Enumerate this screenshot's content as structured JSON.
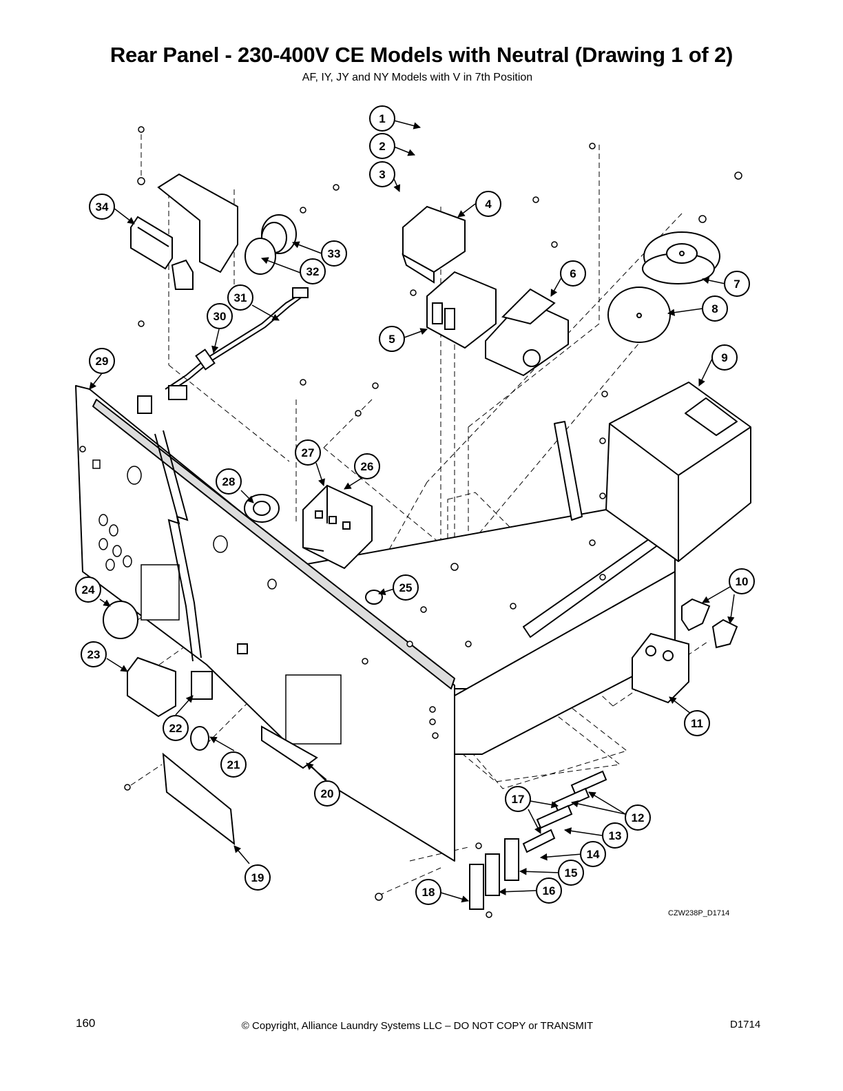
{
  "header": {
    "title": "Rear Panel - 230-400V CE Models with Neutral (Drawing 1 of 2)",
    "subtitle": "AF, IY, JY and NY Models with V in 7th Position"
  },
  "diagram": {
    "drawing_code": "CZW238P_D1714",
    "callouts": [
      "1",
      "2",
      "3",
      "4",
      "5",
      "6",
      "7",
      "8",
      "9",
      "10",
      "11",
      "12",
      "13",
      "14",
      "15",
      "16",
      "17",
      "18",
      "19",
      "20",
      "21",
      "22",
      "23",
      "24",
      "25",
      "26",
      "27",
      "28",
      "29",
      "30",
      "31",
      "32",
      "33",
      "34"
    ]
  },
  "footer": {
    "page_number": "160",
    "copyright": "© Copyright, Alliance Laundry Systems LLC – DO NOT COPY or TRANSMIT",
    "doc_id": "D1714"
  }
}
